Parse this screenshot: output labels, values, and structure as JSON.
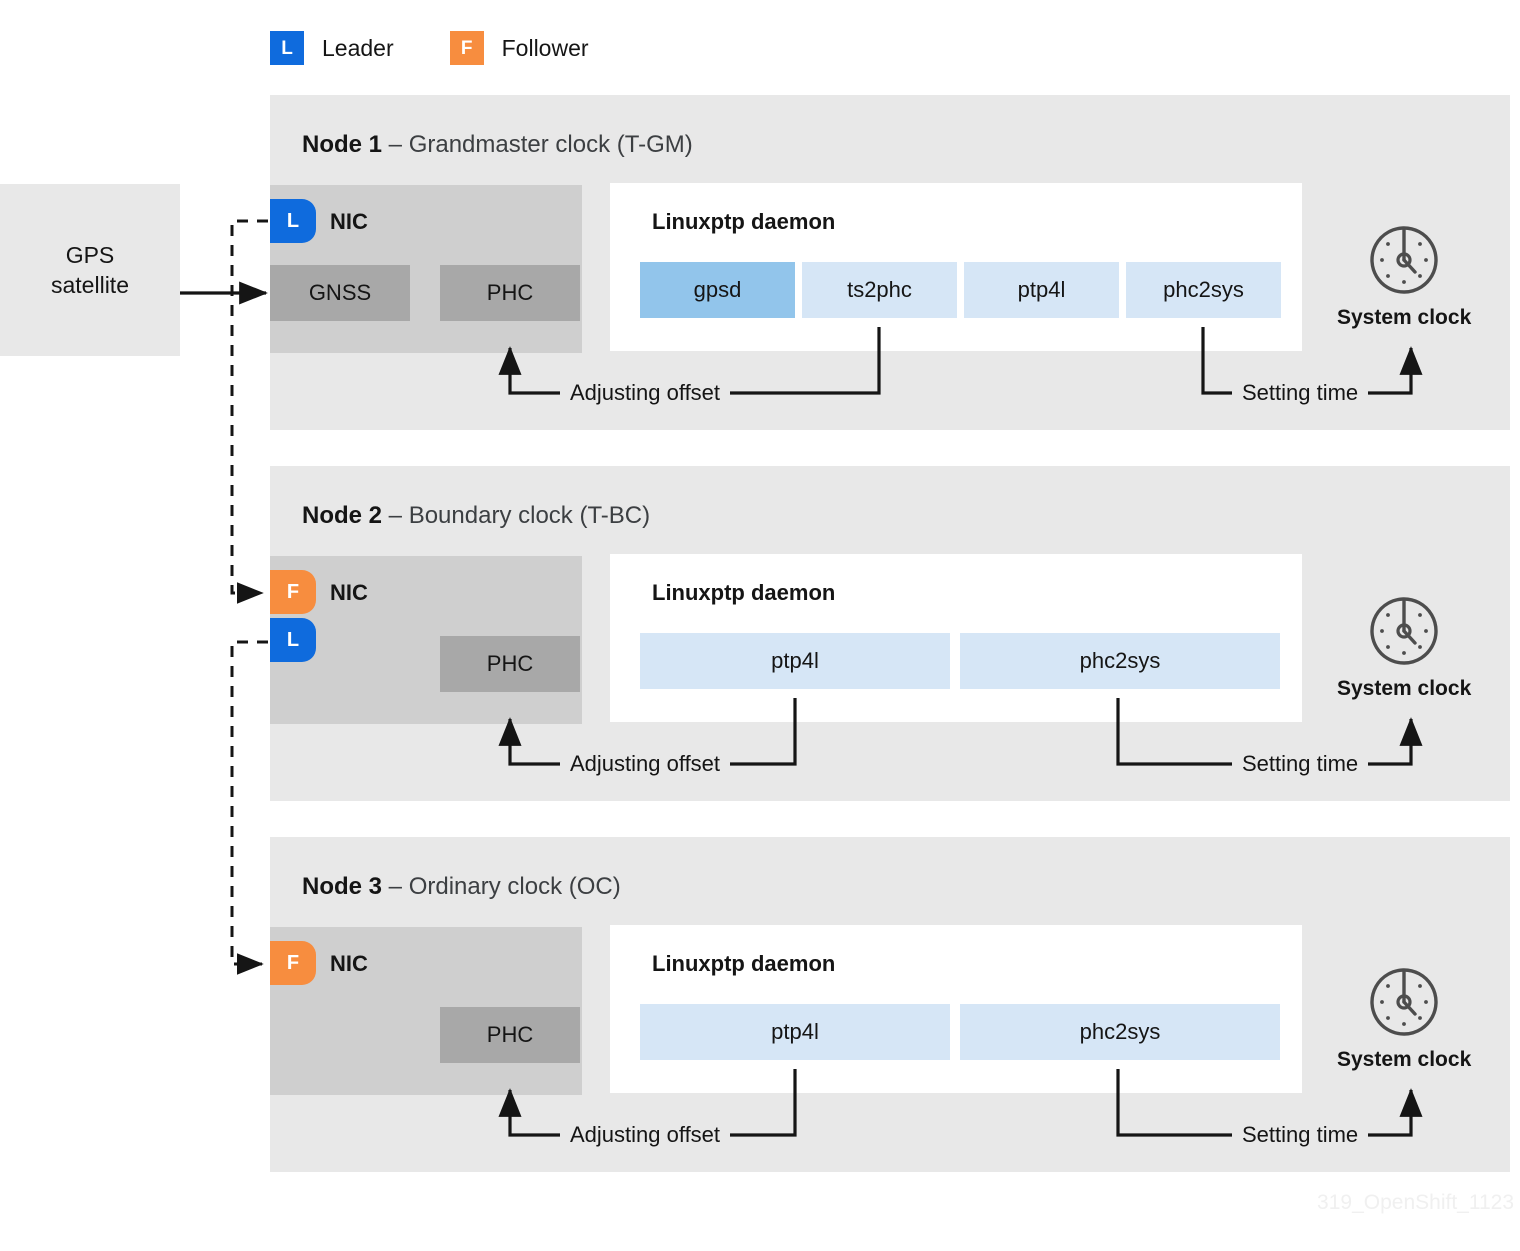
{
  "legend": {
    "items": [
      {
        "key": "L",
        "label": "Leader",
        "color": "#0f6bdd",
        "icon": "leader-badge-icon"
      },
      {
        "key": "F",
        "label": "Follower",
        "color": "#f78d3f",
        "icon": "follower-badge-icon"
      }
    ]
  },
  "source": {
    "label_line1": "GPS",
    "label_line2": "satellite",
    "background": "#e8e8e8"
  },
  "connector_labels": {
    "adjusting_offset": "Adjusting offset",
    "setting_time": "Setting time"
  },
  "system_clock": {
    "label": "System clock",
    "icon": "clock-icon"
  },
  "daemon_panel_title": "Linuxptp daemon",
  "nic_label": "NIC",
  "nodes": [
    {
      "id": "node-1",
      "title_bold": "Node 1",
      "title_rest": " – Grandmaster clock (T-GM)",
      "badges": [
        {
          "key": "L",
          "role": "leader",
          "color": "#0f6bdd"
        }
      ],
      "hardware": [
        {
          "label": "GNSS",
          "color": "#a8a8a8"
        },
        {
          "label": "PHC",
          "color": "#a8a8a8"
        }
      ],
      "processes": [
        {
          "label": "gpsd",
          "color": "#92c5eb",
          "highlight": true
        },
        {
          "label": "ts2phc",
          "color": "#d6e6f6",
          "highlight": false
        },
        {
          "label": "ptp4l",
          "color": "#d6e6f6",
          "highlight": false
        },
        {
          "label": "phc2sys",
          "color": "#d6e6f6",
          "highlight": false
        }
      ]
    },
    {
      "id": "node-2",
      "title_bold": "Node 2",
      "title_rest": " – Boundary clock (T-BC)",
      "badges": [
        {
          "key": "F",
          "role": "follower",
          "color": "#f78d3f"
        },
        {
          "key": "L",
          "role": "leader",
          "color": "#0f6bdd"
        }
      ],
      "hardware": [
        {
          "label": "PHC",
          "color": "#a8a8a8"
        }
      ],
      "processes": [
        {
          "label": "ptp4l",
          "color": "#d6e6f6",
          "highlight": false
        },
        {
          "label": "phc2sys",
          "color": "#d6e6f6",
          "highlight": false
        }
      ]
    },
    {
      "id": "node-3",
      "title_bold": "Node 3",
      "title_rest": " – Ordinary clock (OC)",
      "badges": [
        {
          "key": "F",
          "role": "follower",
          "color": "#f78d3f"
        }
      ],
      "hardware": [
        {
          "label": "PHC",
          "color": "#a8a8a8"
        }
      ],
      "processes": [
        {
          "label": "ptp4l",
          "color": "#d6e6f6",
          "highlight": false
        },
        {
          "label": "phc2sys",
          "color": "#d6e6f6",
          "highlight": false
        }
      ]
    }
  ],
  "watermark": "319_OpenShift_1123",
  "colors": {
    "node_bg": "#e8e8e8",
    "nic_bg": "#cfcfcf",
    "hw_bg": "#a8a8a8",
    "panel_bg": "#ffffff",
    "leader": "#0f6bdd",
    "follower": "#f78d3f",
    "proc_primary": "#92c5eb",
    "proc_secondary": "#d6e6f6",
    "line": "#151515"
  }
}
